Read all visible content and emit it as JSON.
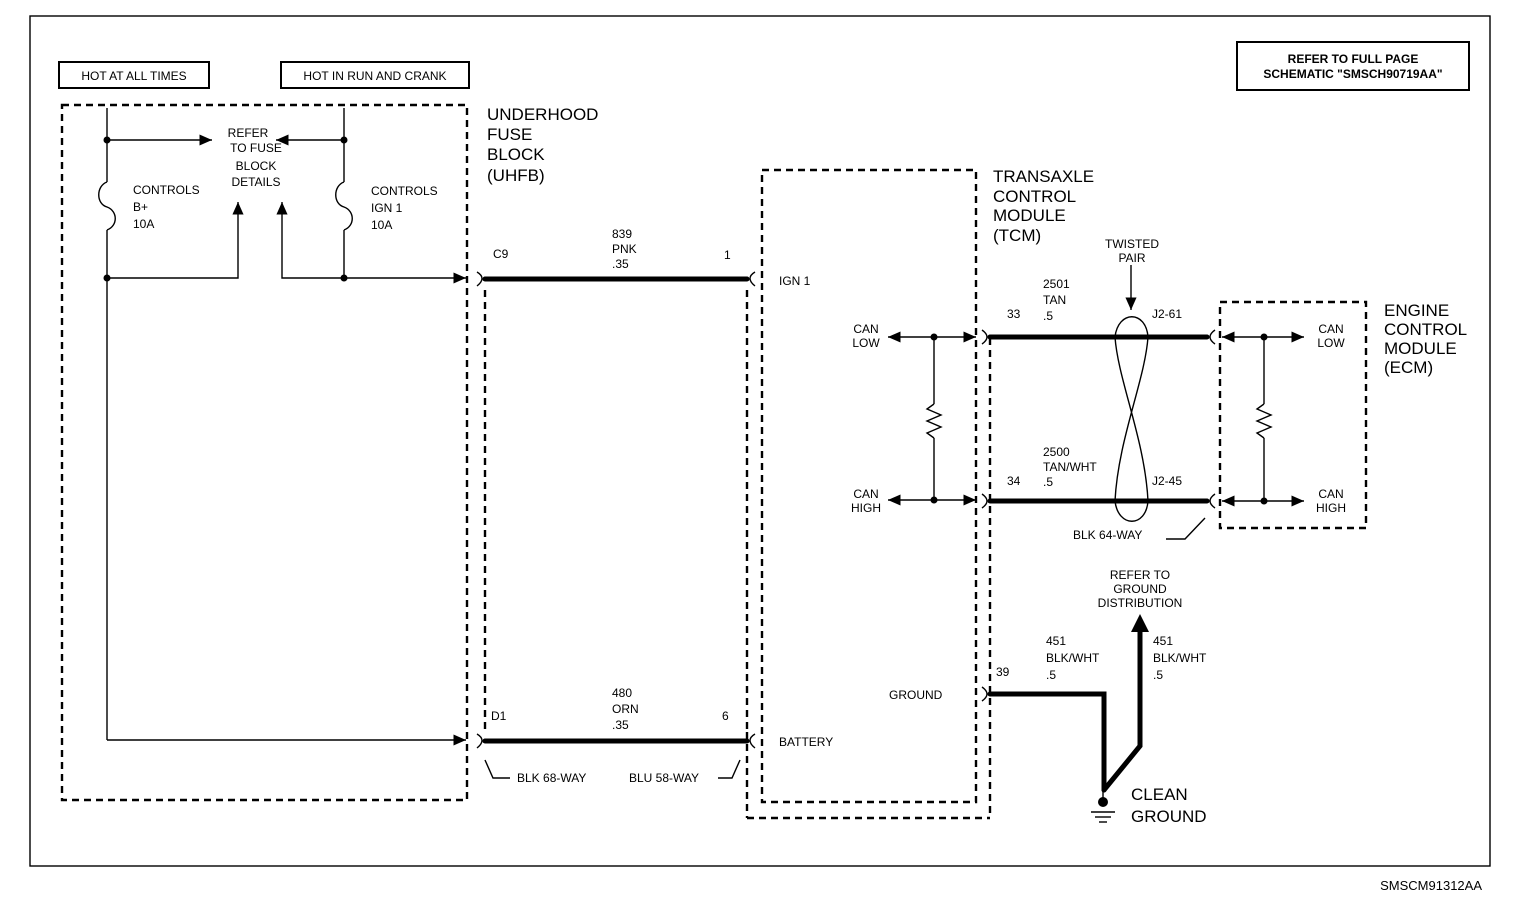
{
  "labels": {
    "hot_at_all_times": "HOT AT ALL TIMES",
    "hot_in_run_and_crank": "HOT IN RUN AND CRANK",
    "refer_full_page_1": "REFER TO FULL PAGE",
    "refer_full_page_2": "SCHEMATIC \"SMSCH90719AA\"",
    "refer_fuse_1": "REFER",
    "refer_fuse_2": "TO FUSE",
    "refer_fuse_3": "BLOCK",
    "refer_fuse_4": "DETAILS",
    "uhfb_1": "UNDERHOOD",
    "uhfb_2": "FUSE",
    "uhfb_3": "BLOCK",
    "uhfb_4": "(UHFB)",
    "fuse_left_1": "CONTROLS",
    "fuse_left_2": "B+",
    "fuse_left_3": "10A",
    "fuse_right_1": "CONTROLS",
    "fuse_right_2": "IGN 1",
    "fuse_right_3": "10A",
    "tcm_1": "TRANSAXLE",
    "tcm_2": "CONTROL",
    "tcm_3": "MODULE",
    "tcm_4": "(TCM)",
    "ecm_1": "ENGINE",
    "ecm_2": "CONTROL",
    "ecm_3": "MODULE",
    "ecm_4": "(ECM)",
    "twisted_1": "TWISTED",
    "twisted_2": "PAIR",
    "ign1": "IGN 1",
    "ground": "GROUND",
    "battery": "BATTERY",
    "can_low_1": "CAN",
    "can_low_2": "LOW",
    "can_high_1": "CAN",
    "can_high_2": "HIGH",
    "blk68": "BLK 68-WAY",
    "blu58": "BLU 58-WAY",
    "blk64": "BLK 64-WAY",
    "refer_ground_1": "REFER TO",
    "refer_ground_2": "GROUND",
    "refer_ground_3": "DISTRIBUTION",
    "clean_ground_1": "CLEAN",
    "clean_ground_2": "GROUND",
    "diagram_id": "SMSCM91312AA"
  },
  "pins": {
    "c9": "C9",
    "pin1": "1",
    "d1": "D1",
    "pin6": "6",
    "pin33": "33",
    "pin34": "34",
    "j261": "J2-61",
    "j245": "J2-45",
    "pin39": "39"
  },
  "wires": {
    "w839": {
      "circuit": "839",
      "color": "PNK",
      "gauge": ".35"
    },
    "w480": {
      "circuit": "480",
      "color": "ORN",
      "gauge": ".35"
    },
    "w2501": {
      "circuit": "2501",
      "color": "TAN",
      "gauge": ".5"
    },
    "w2500": {
      "circuit": "2500",
      "color": "TAN/WHT",
      "gauge": ".5"
    },
    "w451a": {
      "circuit": "451",
      "color": "BLK/WHT",
      "gauge": ".5"
    },
    "w451b": {
      "circuit": "451",
      "color": "BLK/WHT",
      "gauge": ".5"
    }
  }
}
